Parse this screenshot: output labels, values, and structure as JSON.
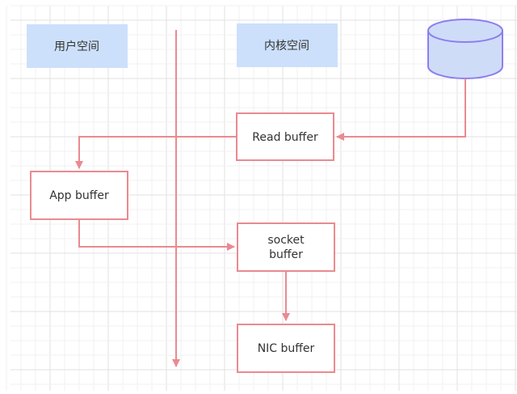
{
  "diagram": {
    "lanes": [
      {
        "id": "user-space",
        "label": "用户空间"
      },
      {
        "id": "kernel-space",
        "label": "内核空间"
      }
    ],
    "nodes": [
      {
        "id": "disk",
        "type": "cylinder",
        "label": ""
      },
      {
        "id": "read-buffer",
        "lines": [
          "Read buffer"
        ]
      },
      {
        "id": "app-buffer",
        "lines": [
          "App buffer"
        ]
      },
      {
        "id": "socket-buffer",
        "lines": [
          "socket",
          "buffer"
        ]
      },
      {
        "id": "nic-buffer",
        "lines": [
          "NIC buffer"
        ]
      }
    ],
    "edges": [
      {
        "from": "disk",
        "to": "read-buffer"
      },
      {
        "from": "read-buffer",
        "to": "app-buffer"
      },
      {
        "from": "app-buffer",
        "to": "socket-buffer"
      },
      {
        "from": "socket-buffer",
        "to": "nic-buffer"
      }
    ],
    "colors": {
      "lane_fill": "#cce0fb",
      "node_stroke": "#ea8a90",
      "edge": "#ea8a90",
      "cylinder_fill": "#cfdcf8",
      "cylinder_stroke": "#8d7ff0",
      "grid_minor": "#f0f0f0",
      "grid_major": "#e2e2e2"
    }
  }
}
